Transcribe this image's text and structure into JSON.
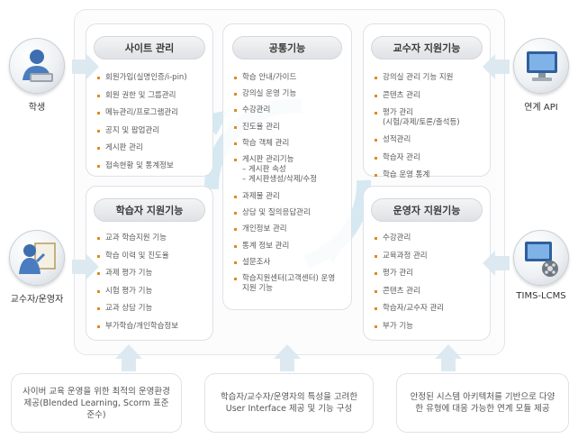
{
  "actors": {
    "student": "학생",
    "instructor": "교수자/운영자",
    "api": "연계 API",
    "lcms": "TIMS-LCMS"
  },
  "panels": {
    "site": {
      "title": "사이트 관리",
      "items": [
        "회원가입(실명인증/i-pin)",
        "회원 권한 및 그룹관리",
        "메뉴관리/프로그램관리",
        "공지 및 팝업관리",
        "게시판 관리",
        "접속현황 및 통계정보"
      ]
    },
    "learner": {
      "title": "학습자 지원기능",
      "items": [
        "교과 학습지원 기능",
        "학습 이력 및 진도율",
        "과제 평가 기능",
        "시험 평가 기능",
        "교과 상담 기능",
        "부가학습/개인학습정보"
      ]
    },
    "common": {
      "title": "공통기능",
      "items": [
        "학습 안내/가이드",
        "강의실 운영 기능",
        "수강관리",
        "진도율 관리",
        "학습 객체 관리",
        "게시판 관리기능",
        "과제물 관리",
        "상담 및 질의응답관리",
        "개인정보 관리",
        "통계 정보 관리",
        "설문조사",
        "학습지원센터(고객센터) 운영"
      ],
      "board_sub": [
        "– 게시판 속성",
        "– 게시판생성/삭제/수정"
      ],
      "center_sub": "지원 기능"
    },
    "instructor": {
      "title": "교수자 지원기능",
      "items": [
        "강의실 관리 기능 지원",
        "콘텐츠 관리",
        "평가 관리",
        "성적관리",
        "학습자 관리",
        "학습 운영 통계"
      ],
      "eval_sub": "(시험/과제/토론/출석등)"
    },
    "operator": {
      "title": "운영자 지원기능",
      "items": [
        "수강관리",
        "교육과정 관리",
        "평가 관리",
        "콘텐츠 관리",
        "학습자/교수자 관리",
        "부가 기능"
      ]
    }
  },
  "bottom": [
    "사이버 교육 운영을 위한 최적의 운영환경 제공(Blended Learning, Scorm 표준 준수)",
    "학습자/교수자/운영자의 특성을 고려한 User Interface 제공 및 기능 구성",
    "안정된 시스템 아키텍처를 기반으로 다양한 유형에 대응 가능한 연계 모듈 제공"
  ],
  "colors": {
    "bullet": "#e08a1e",
    "cycle_arrow": "#d6e9f2",
    "side_arrow": "#dde9f1"
  }
}
